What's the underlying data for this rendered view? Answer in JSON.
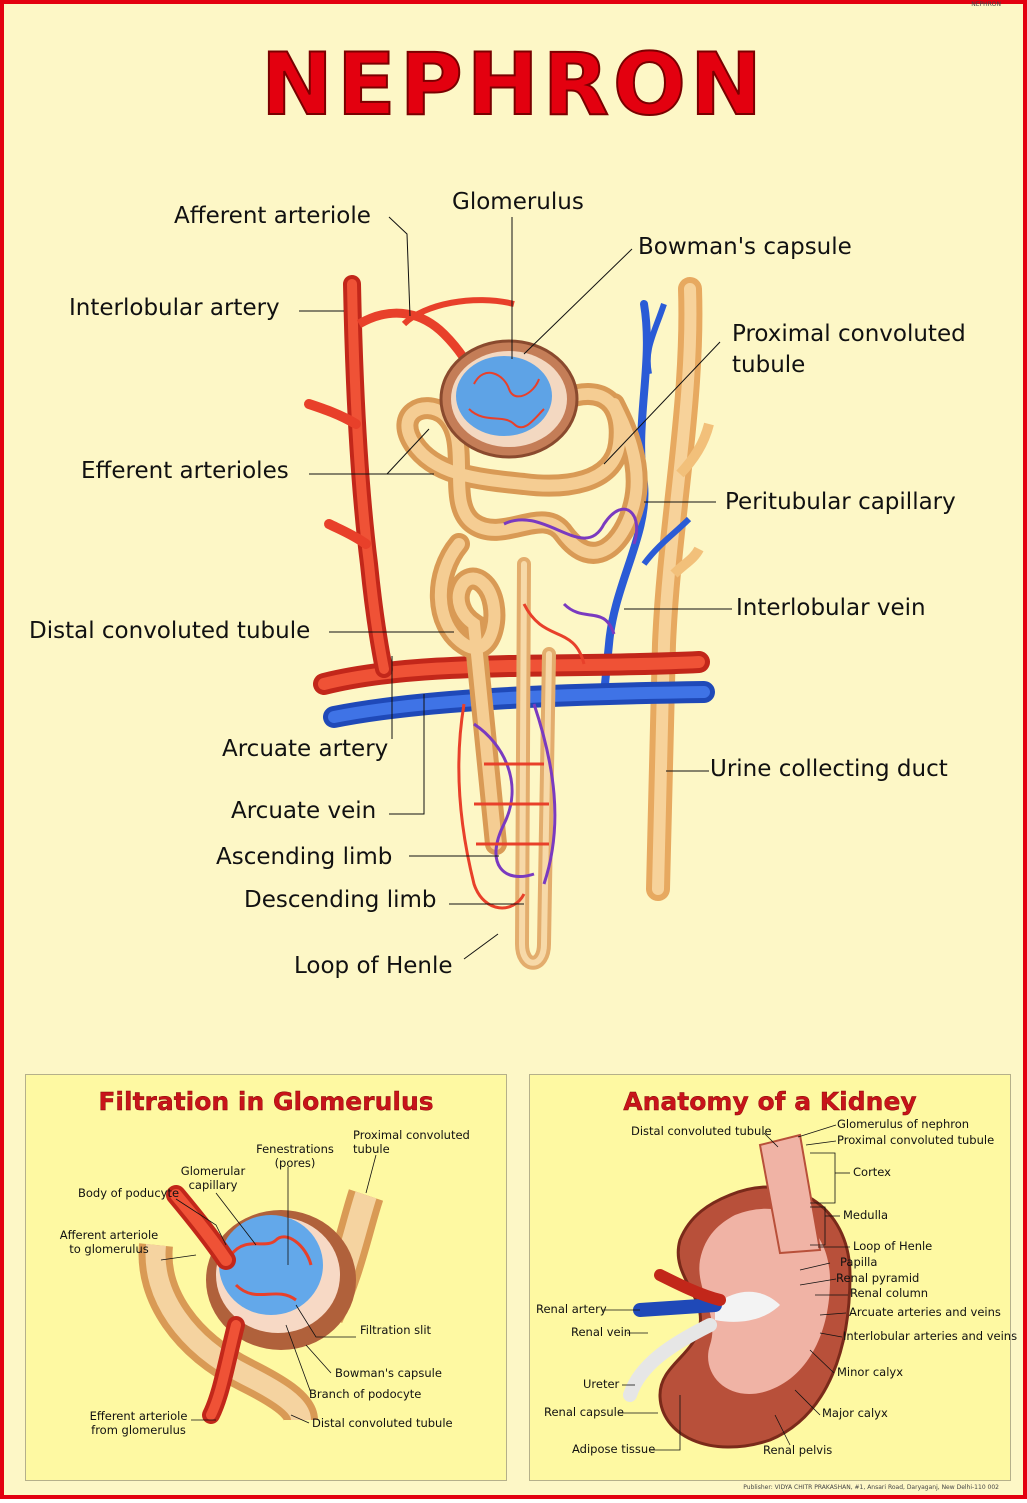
{
  "corner_tag": "NEPHRON",
  "title": "NEPHRON",
  "main_labels": {
    "afferent_arteriole": "Afferent arteriole",
    "glomerulus": "Glomerulus",
    "bowmans_capsule": "Bowman's capsule",
    "interlobular_artery": "Interlobular artery",
    "proximal_convoluted_tubule_1": "Proximal convoluted",
    "proximal_convoluted_tubule_2": "tubule",
    "efferent_arterioles": "Efferent arterioles",
    "peritubular_capillary": "Peritubular capillary",
    "interlobular_vein": "Interlobular vein",
    "distal_convoluted_tubule": "Distal convoluted tubule",
    "arcuate_artery": "Arcuate artery",
    "urine_collecting_duct": "Urine collecting duct",
    "arcuate_vein": "Arcuate vein",
    "ascending_limb": "Ascending limb",
    "descending_limb": "Descending limb",
    "loop_of_henle": "Loop of Henle"
  },
  "filtration_panel": {
    "title": "Filtration in Glomerulus",
    "labels": {
      "proximal_convoluted_tubule_1": "Proximal convoluted",
      "proximal_convoluted_tubule_2": "tubule",
      "fenestrations_1": "Fenestrations",
      "fenestrations_2": "(pores)",
      "glomerular_capillary_1": "Glomerular",
      "glomerular_capillary_2": "capillary",
      "body_of_podocyte": "Body of poducyte",
      "afferent_arteriole_1": "Afferent arteriole",
      "afferent_arteriole_2": "to glomerulus",
      "filtration_slit": "Filtration slit",
      "bowmans_capsule": "Bowman's capsule",
      "branch_of_podocyte": "Branch of podocyte",
      "efferent_arteriole_1": "Efferent arteriole",
      "efferent_arteriole_2": "from glomerulus",
      "distal_convoluted_tubule": "Distal convoluted tubule"
    }
  },
  "kidney_panel": {
    "title": "Anatomy of a Kidney",
    "labels": {
      "distal_convoluted_tubule": "Distal convoluted tubule",
      "glomerulus_of_nephron": "Glomerulus of nephron",
      "proximal_convoluted_tubule": "Proximal convoluted tubule",
      "cortex": "Cortex",
      "medulla": "Medulla",
      "loop_of_henle": "Loop of Henle",
      "papilla": "Papilla",
      "renal_pyramid": "Renal pyramid",
      "renal_column": "Renal column",
      "renal_artery": "Renal artery",
      "arcuate_arteries_and_veins": "Arcuate arteries and veins",
      "renal_vein": "Renal vein",
      "interlobular_arteries_and_veins": "Interlobular arteries and veins",
      "minor_calyx": "Minor calyx",
      "ureter": "Ureter",
      "renal_capsule": "Renal capsule",
      "major_calyx": "Major calyx",
      "adipose_tissue": "Adipose tissue",
      "renal_pelvis": "Renal pelvis"
    }
  },
  "publisher": "Publisher: VIDYA CHITR PRAKASHAN, #1, Ansari Road, Daryaganj, New Delhi-110 002",
  "colors": {
    "border": "#e3000f",
    "background": "#fdf7c6",
    "panel_background": "#fef9a2",
    "title_red": "#e3000f",
    "artery": "#e8402a",
    "vein": "#2a5bd6",
    "tubule": "#f2c07a"
  }
}
